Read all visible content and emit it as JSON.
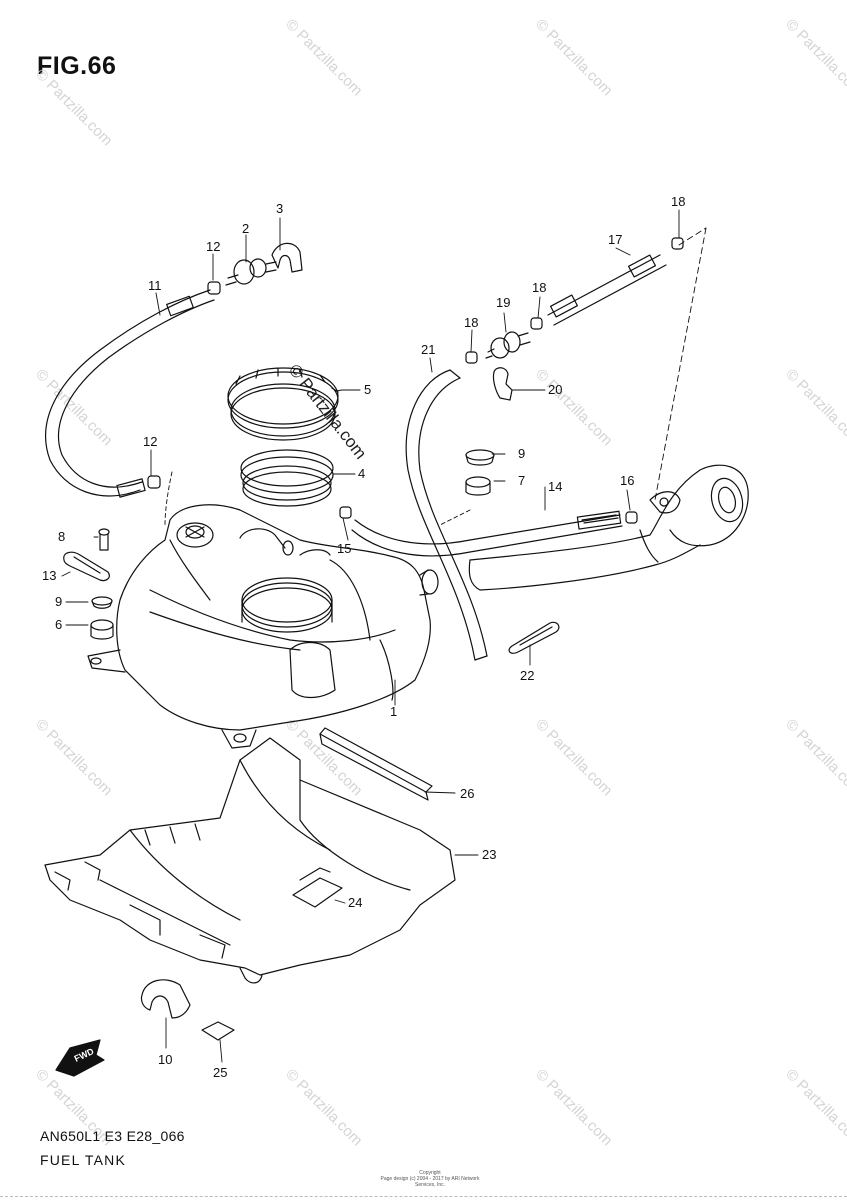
{
  "figure_title": "FIG.66",
  "model_code": "AN650L1 E3 E28_066",
  "caption": "FUEL TANK",
  "watermark_text": "© Partzilla.com",
  "copyright": {
    "line1": "Copyright",
    "line2": "Page design (c) 2004 - 2017 by ARI Network Services, Inc."
  },
  "callouts": [
    "1",
    "2",
    "3",
    "4",
    "5",
    "6",
    "7",
    "8",
    "9",
    "9",
    "10",
    "11",
    "12",
    "12",
    "13",
    "14",
    "15",
    "16",
    "17",
    "18",
    "18",
    "18",
    "19",
    "20",
    "21",
    "22",
    "23",
    "24",
    "25",
    "26"
  ],
  "fwd_label": "FWD",
  "colors": {
    "line": "#111111",
    "watermark": "#d4d4d4"
  }
}
